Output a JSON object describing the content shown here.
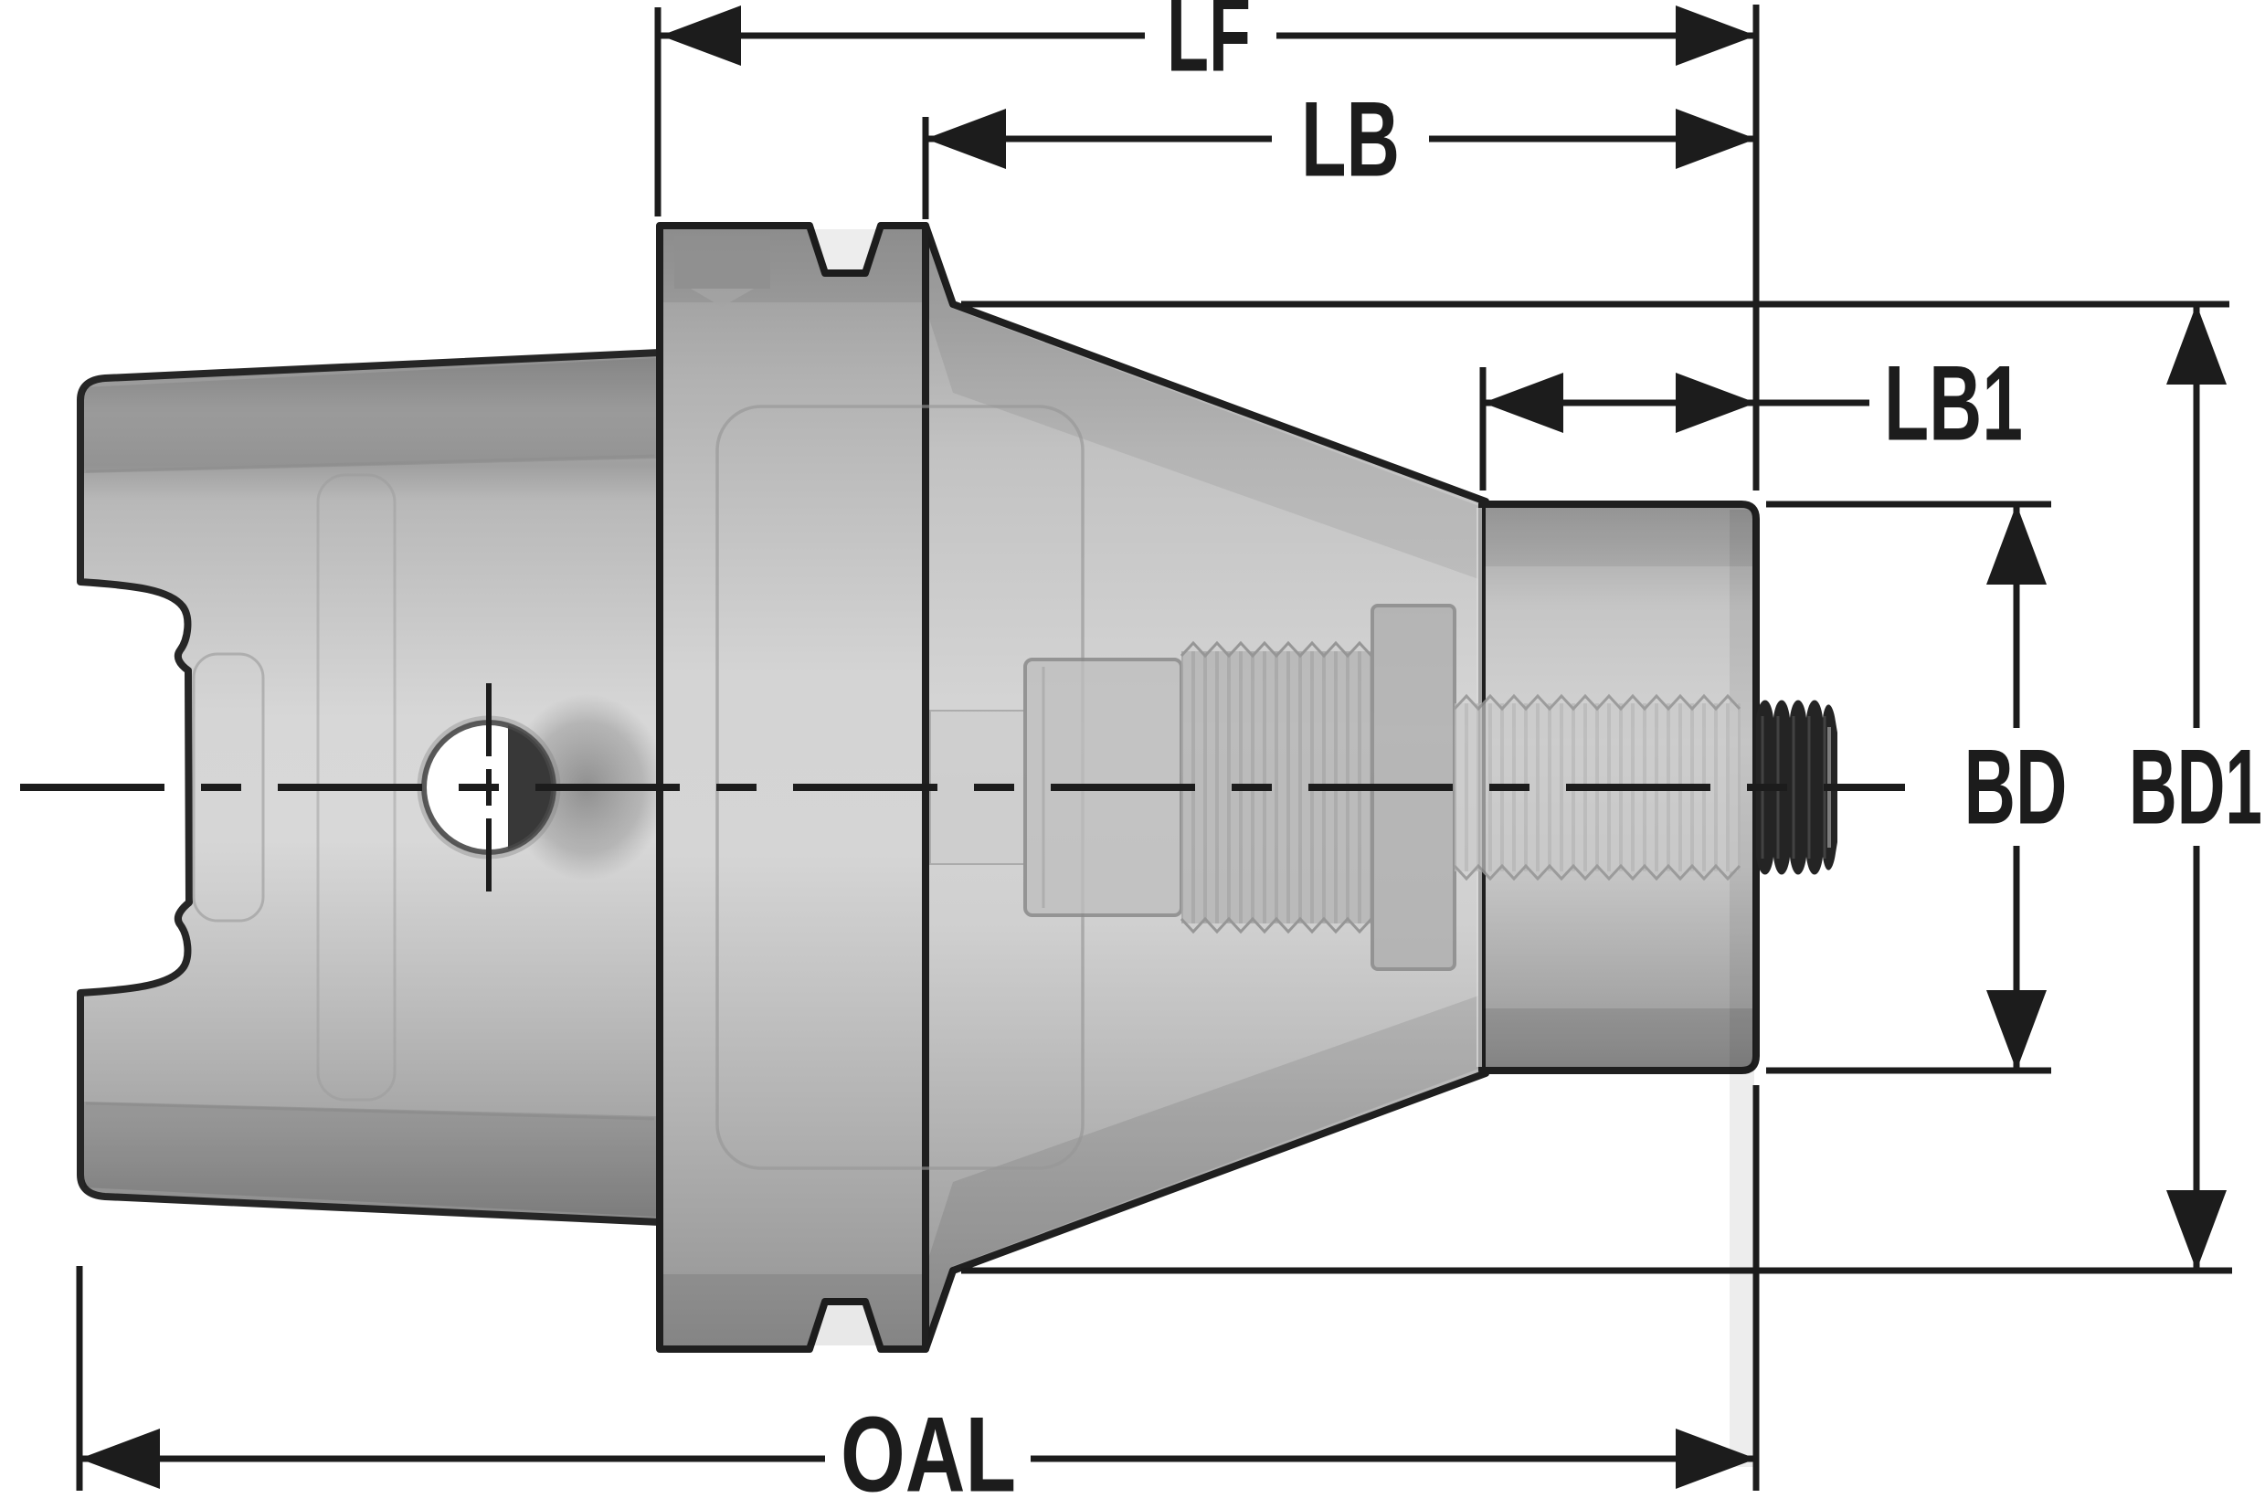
{
  "labels": {
    "lf": "LF",
    "lb": "LB",
    "lb1": "LB1",
    "bd": "BD",
    "bd1": "BD1",
    "oal": "OAL"
  },
  "colors": {
    "ink": "#1c1c1c",
    "background": "#ffffff",
    "body_highlight": "#d8d8d8",
    "body_mid": "#b9b9b9",
    "body_shadow": "#8e8e8e",
    "thread_dark": "#242424"
  }
}
